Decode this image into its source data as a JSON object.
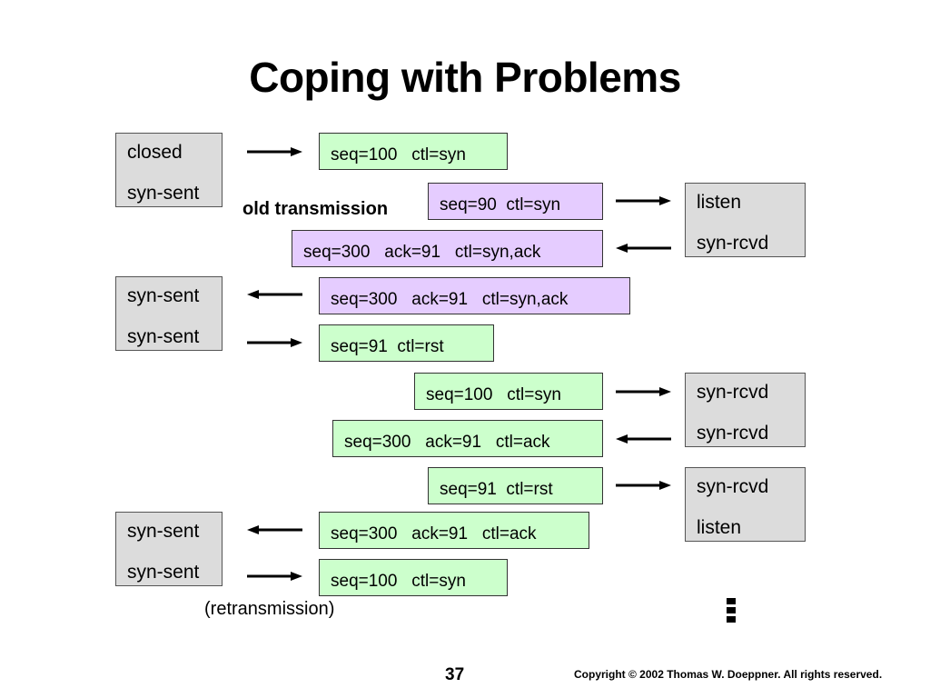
{
  "title": "Coping with Problems",
  "states_left": [
    {
      "line1": "closed",
      "line2": "syn-sent"
    },
    {
      "line1": "syn-sent",
      "line2": "syn-sent"
    },
    {
      "line1": "syn-sent",
      "line2": "syn-sent"
    }
  ],
  "states_right": [
    {
      "line1": "listen",
      "line2": "syn-rcvd"
    },
    {
      "line1": "syn-rcvd",
      "line2": "syn-rcvd"
    },
    {
      "line1": "syn-rcvd",
      "line2": "listen"
    }
  ],
  "messages": [
    {
      "text": "seq=100   ctl=syn",
      "color": "green"
    },
    {
      "text": "seq=90  ctl=syn",
      "color": "purple"
    },
    {
      "text": "seq=300   ack=91   ctl=syn,ack",
      "color": "purple"
    },
    {
      "text": "seq=300   ack=91   ctl=syn,ack",
      "color": "purple"
    },
    {
      "text": "seq=91  ctl=rst",
      "color": "green"
    },
    {
      "text": "seq=100   ctl=syn",
      "color": "green"
    },
    {
      "text": "seq=300   ack=91   ctl=ack",
      "color": "green"
    },
    {
      "text": "seq=91  ctl=rst",
      "color": "green"
    },
    {
      "text": "seq=300   ack=91   ctl=ack",
      "color": "green"
    },
    {
      "text": "seq=100   ctl=syn",
      "color": "green"
    }
  ],
  "notes": {
    "old_transmission": "old transmission",
    "retransmission": "(retransmission)"
  },
  "footer": {
    "page_number": "37",
    "copyright": "Copyright © 2002 Thomas W. Doeppner. All rights reserved."
  },
  "colors": {
    "green": "#ccffcc",
    "purple": "#e5ccff",
    "state_gray": "#dcdcdc"
  }
}
